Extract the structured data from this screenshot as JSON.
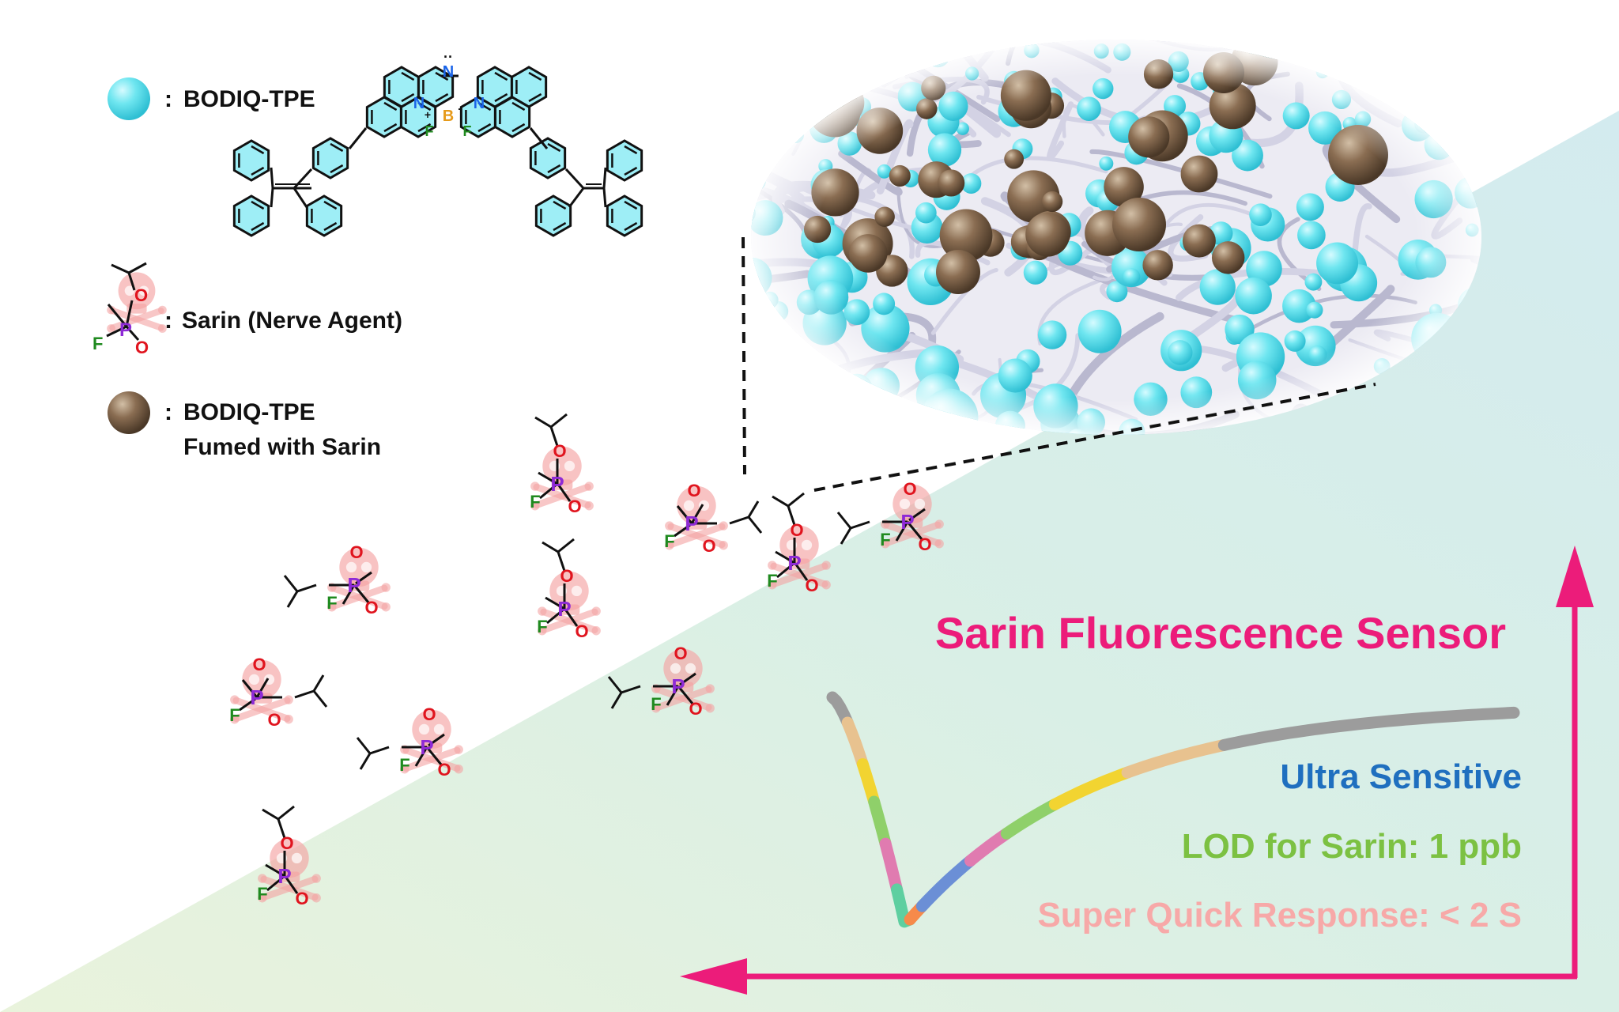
{
  "legend": {
    "colon": ":",
    "cyan_label": "BODIQ-TPE",
    "sarin_label": "Sarin (Nerve Agent)",
    "fumed_label_line1": "BODIQ-TPE",
    "fumed_label_line2": "Fumed with Sarin"
  },
  "molecule_atoms": {
    "n_top": "N",
    "n_left": "N",
    "n_right": "N",
    "boron": "B",
    "f_left": "F",
    "f_right": "F",
    "plus": "+",
    "minus": "-",
    "lone_pair": "··"
  },
  "sarin_atoms": {
    "p": "P",
    "o_double": "O",
    "o_ester": "O",
    "f": "F"
  },
  "sensor": {
    "title": "Sarin Fluorescence Sensor",
    "feature_1": "Ultra Sensitive",
    "feature_2": "LOD for Sarin: 1 ppb",
    "feature_3": "Super Quick Response: < 2 S"
  },
  "colors": {
    "cyan_sphere": "#5fe0ec",
    "brown_sphere": "#7a6147",
    "magenta": "#ec1c7a",
    "blue_text": "#1f6fbf",
    "green_text": "#7cc142",
    "pink_text": "#f7a9a8",
    "phosphorus": "#8e2ad6",
    "oxygen": "#e0141e",
    "fluorine": "#1f8a1f",
    "nitrogen": "#1a64e8",
    "boron": "#e69a1a",
    "skull": "#f4a3a3",
    "fiber": "#d9d8e8"
  },
  "icons": [
    "skull-crossbones-icon",
    "cyan-sphere-icon",
    "brown-sphere-icon",
    "arrow-up-icon",
    "arrow-left-icon"
  ]
}
